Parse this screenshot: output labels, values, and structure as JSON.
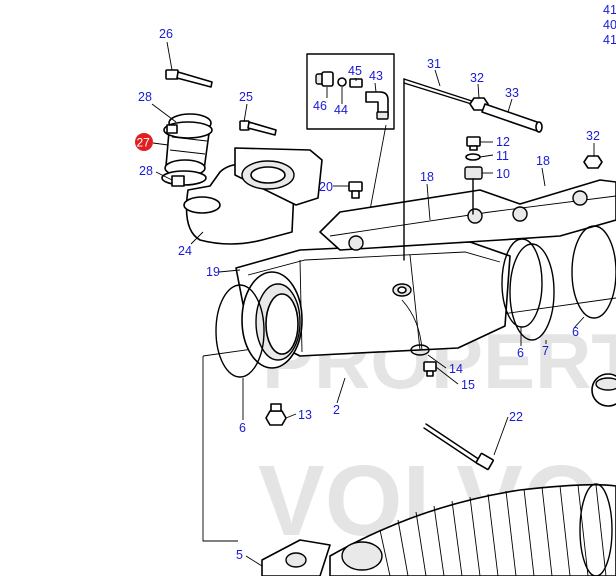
{
  "watermark": {
    "line1": "PROPERTY OF",
    "line2": "VOLVO PENTA"
  },
  "highlight_color": "#e02020",
  "label_color": "#1a1ad6",
  "callouts": {
    "c41": "41",
    "c40": "40",
    "c41b": "41",
    "c26": "26",
    "c28a": "28",
    "c27": "27",
    "c28b": "28",
    "c25": "25",
    "c24": "24",
    "c19": "19",
    "c20": "20",
    "c45": "45",
    "c43": "43",
    "c46": "46",
    "c44": "44",
    "c31": "31",
    "c32a": "32",
    "c33": "33",
    "c32b": "32",
    "c12": "12",
    "c11": "11",
    "c10": "10",
    "c18a": "18",
    "c18b": "18",
    "c6a": "6",
    "c6b": "6",
    "c6c": "6",
    "c7": "7",
    "c14": "14",
    "c15": "15",
    "c13": "13",
    "c2": "2",
    "c22": "22",
    "c5": "5"
  }
}
